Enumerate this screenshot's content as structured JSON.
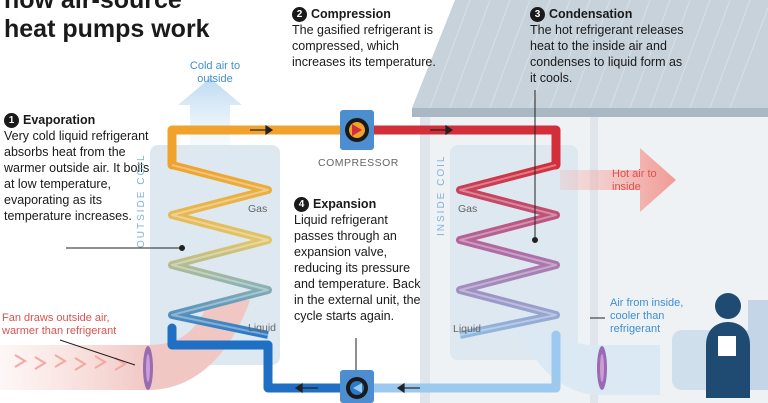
{
  "title": "how air-source\nheat pumps work",
  "steps": {
    "evaporation": {
      "number": "1",
      "heading": "Evaporation",
      "body": "Very cold liquid refrigerant absorbs heat from the warmer outside air. It boils at low temperature, evaporating as its temperature increases."
    },
    "compression": {
      "number": "2",
      "heading": "Compression",
      "body": "The gasified refrigerant is compressed, which increases its temperature."
    },
    "condensation": {
      "number": "3",
      "heading": "Condensation",
      "body": "The hot refrigerant releases heat to the inside air and condenses to liquid form as it cools."
    },
    "expansion": {
      "number": "4",
      "heading": "Expansion",
      "body": "Liquid refrigerant passes through an expansion valve, reducing its pressure and temperature. Back in the external unit, the cycle starts again."
    }
  },
  "labels": {
    "cold_air": "Cold air to outside",
    "hot_air": "Hot air to inside",
    "fan_outside": "Fan draws outside air, warmer than refrigerant",
    "air_inside": "Air from inside, cooler than refrigerant",
    "compressor": "COMPRESSOR",
    "outside_coil": "OUTSIDE COIL",
    "inside_coil": "INSIDE COIL",
    "gas_left": "Gas",
    "liquid_left": "Liquid",
    "gas_right": "Gas",
    "liquid_right": "Liquid"
  },
  "colors": {
    "hot_pipe": "#d32f3a",
    "warm_pipe": "#f0a22c",
    "cold_pipe": "#1f6fc4",
    "cool_pipe": "#9cc9ee",
    "house": "#c9d3dc",
    "person": "#1f4b73"
  },
  "icons": [
    "compressor-icon",
    "expansion-valve-icon",
    "fan-icon",
    "person-icon"
  ]
}
